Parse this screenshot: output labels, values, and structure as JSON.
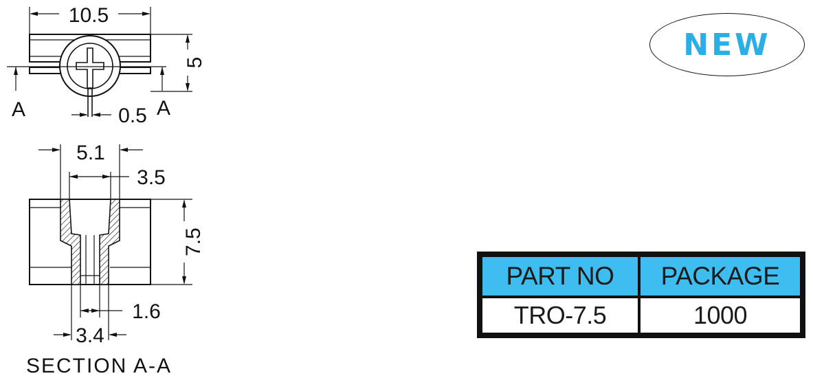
{
  "badge": {
    "text": "NEW",
    "color": "#29aee6"
  },
  "top_view": {
    "width_dim": "10.5",
    "height_dim": "5",
    "slot_dim": "0.5",
    "section_mark_left": "A",
    "section_mark_right": "A"
  },
  "section_view": {
    "outer_bore_dim": "5.1",
    "inner_bore_dim": "3.5",
    "height_dim": "7.5",
    "pin_bore_dim": "1.6",
    "base_dim": "3.4",
    "caption": "SECTION A-A"
  },
  "table": {
    "headers": [
      "PART NO",
      "PACKAGE"
    ],
    "rows": [
      [
        "TRO-7.5",
        "1000"
      ]
    ],
    "header_color": "#3dbdf0"
  }
}
